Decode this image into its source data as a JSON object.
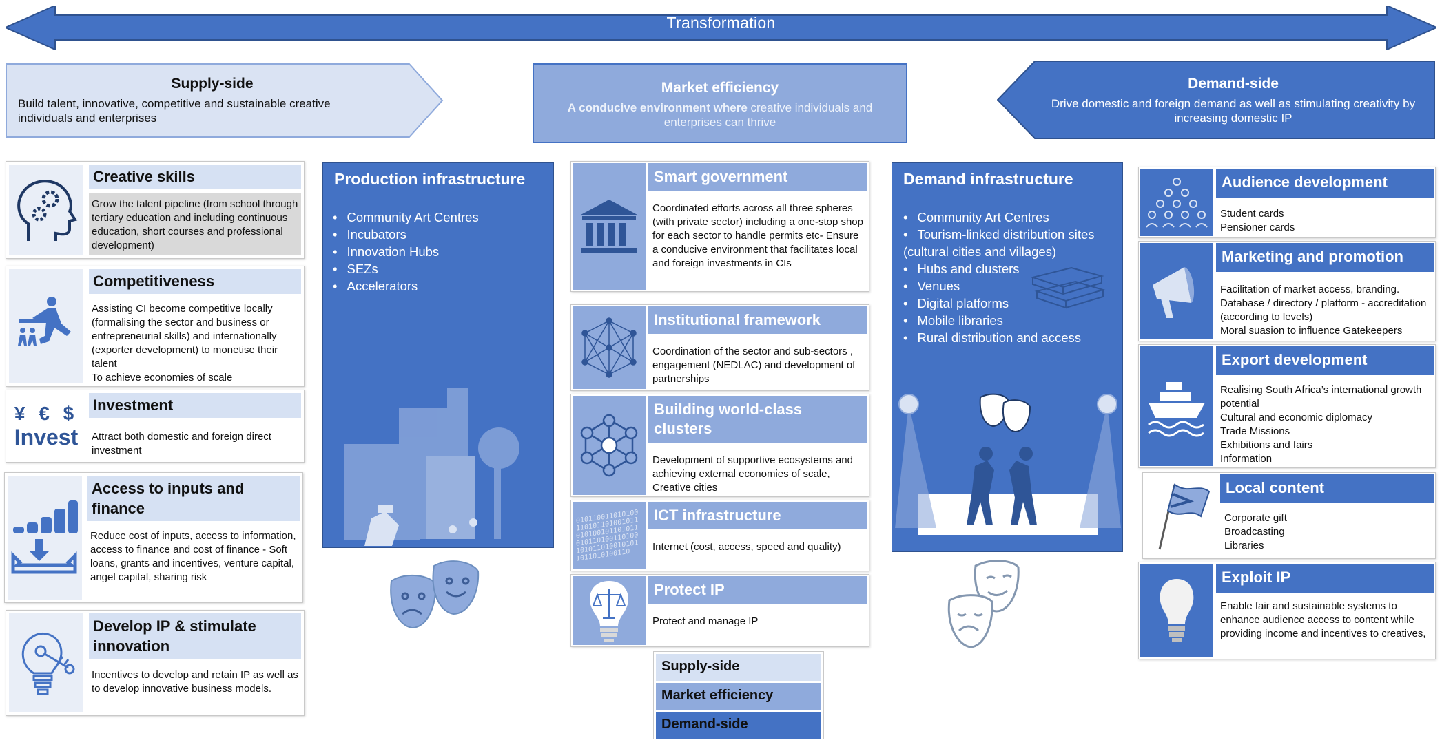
{
  "banner": {
    "label": "Transformation"
  },
  "supply": {
    "title": "Supply-side",
    "subtitle": "Build talent, innovative, competitive and sustainable creative individuals and enterprises"
  },
  "market": {
    "title": "Market efficiency",
    "subtitle_bold": "A conducive environment where",
    "subtitle_rest": " creative individuals and enterprises can thrive"
  },
  "demand": {
    "title": "Demand-side",
    "subtitle": "Drive domestic and foreign demand as well as stimulating creativity by increasing domestic IP"
  },
  "left_cards": [
    {
      "title": "Creative skills",
      "desc": "Grow the talent pipeline (from school through tertiary education and including continuous education, short courses and professional development)",
      "icon": "head-gears-icon"
    },
    {
      "title": "Competitiveness",
      "desc": "Assisting CI become competitive locally (formalising the sector and business or entrepreneurial  skills) and internationally (exporter development) to monetise their talent\nTo achieve economies of scale",
      "icon": "race-runners-icon"
    },
    {
      "title": "Investment",
      "desc": "Attract both domestic and foreign direct investment",
      "icon": "invest-currency-icon",
      "icon_text": "Invest",
      "icon_symbols": "¥ € $"
    },
    {
      "title": "Access to inputs and finance",
      "desc": "Reduce cost of inputs, access to information, access to finance and cost of finance - Soft loans, grants and incentives, venture capital, angel capital, sharing risk",
      "icon": "coin-stacks-icon"
    },
    {
      "title": "Develop IP & stimulate innovation",
      "desc": "Incentives to develop and retain IP as well as to develop innovative business models.",
      "icon": "bulb-key-icon"
    }
  ],
  "production": {
    "title": "Production  infrastructure",
    "items": [
      "Community Art Centres",
      "Incubators",
      "Innovation Hubs",
      "SEZs",
      "Accelerators"
    ]
  },
  "mid_cards": [
    {
      "title": "Smart government",
      "desc": "Coordinated efforts across all three spheres (with private sector) including a one-stop shop for each sector to handle permits etc- Ensure a conducive environment that facilitates local and foreign investments in CIs",
      "icon": "government-building-icon"
    },
    {
      "title": "Institutional framework",
      "desc": "Coordination of the sector and sub-sectors , engagement (NEDLAC) and development of partnerships",
      "icon": "network-mesh-icon"
    },
    {
      "title": "Building world-class clusters",
      "desc": "Development of supportive ecosystems and achieving external economies of scale, Creative cities",
      "icon": "cluster-nodes-icon"
    },
    {
      "title": "ICT infrastructure",
      "desc": "Internet (cost, access, speed and quality)",
      "icon": "binary-data-icon"
    },
    {
      "title": "Protect IP",
      "desc": "Protect and manage IP",
      "icon": "scales-bulb-icon"
    }
  ],
  "demand_infra": {
    "title": "Demand infrastructure",
    "items": [
      "Community Art Centres",
      "Tourism-linked distribution sites (cultural cities and villages)",
      "Hubs and clusters",
      "Venues",
      "Digital platforms",
      "Mobile libraries",
      "Rural distribution and access"
    ]
  },
  "right_cards": [
    {
      "title": "Audience development",
      "desc": "Student cards\nPensioner cards",
      "icon": "audience-icon"
    },
    {
      "title": "Marketing and promotion",
      "desc": "Facilitation of market access, branding.\nDatabase / directory / platform - accreditation (according to levels)\nMoral suasion to influence Gatekeepers",
      "icon": "megaphone-icon"
    },
    {
      "title": "Export development",
      "desc": "Realising South Africa’s international growth potential\nCultural and economic diplomacy\nTrade Missions\nExhibitions and fairs\nInformation",
      "icon": "ship-icon"
    },
    {
      "title": "Local content",
      "desc": "Corporate gift\nBroadcasting\nLibraries",
      "icon": "flag-icon"
    },
    {
      "title": "Exploit IP",
      "desc": "Enable fair and sustainable systems to enhance audience access to content while providing income and incentives to creatives,",
      "icon": "lightbulb-icon"
    }
  ],
  "legend": [
    "Supply-side",
    "Market efficiency",
    "Demand-side"
  ],
  "colors": {
    "dark": "#4472c4",
    "mid": "#8faadc",
    "light": "#d6e1f3"
  }
}
